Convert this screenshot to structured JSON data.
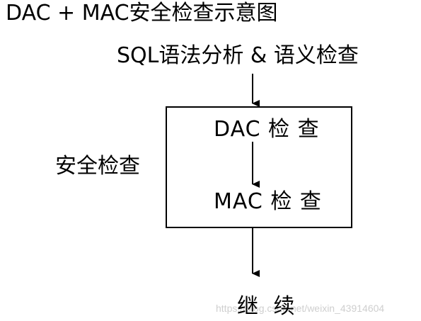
{
  "diagram": {
    "title": "DAC + MAC安全检查示意图",
    "top_step": "SQL语法分析 & 语义检查",
    "box_label": "安全检查",
    "box_steps": [
      "DAC 检 查",
      "MAC 检 查"
    ],
    "bottom_step": "继 续"
  },
  "watermark": "https://blog.csdn.net/weixin_43914604",
  "colors": {
    "line": "#000000",
    "text": "#000000",
    "watermark": "#cfcfcf"
  }
}
